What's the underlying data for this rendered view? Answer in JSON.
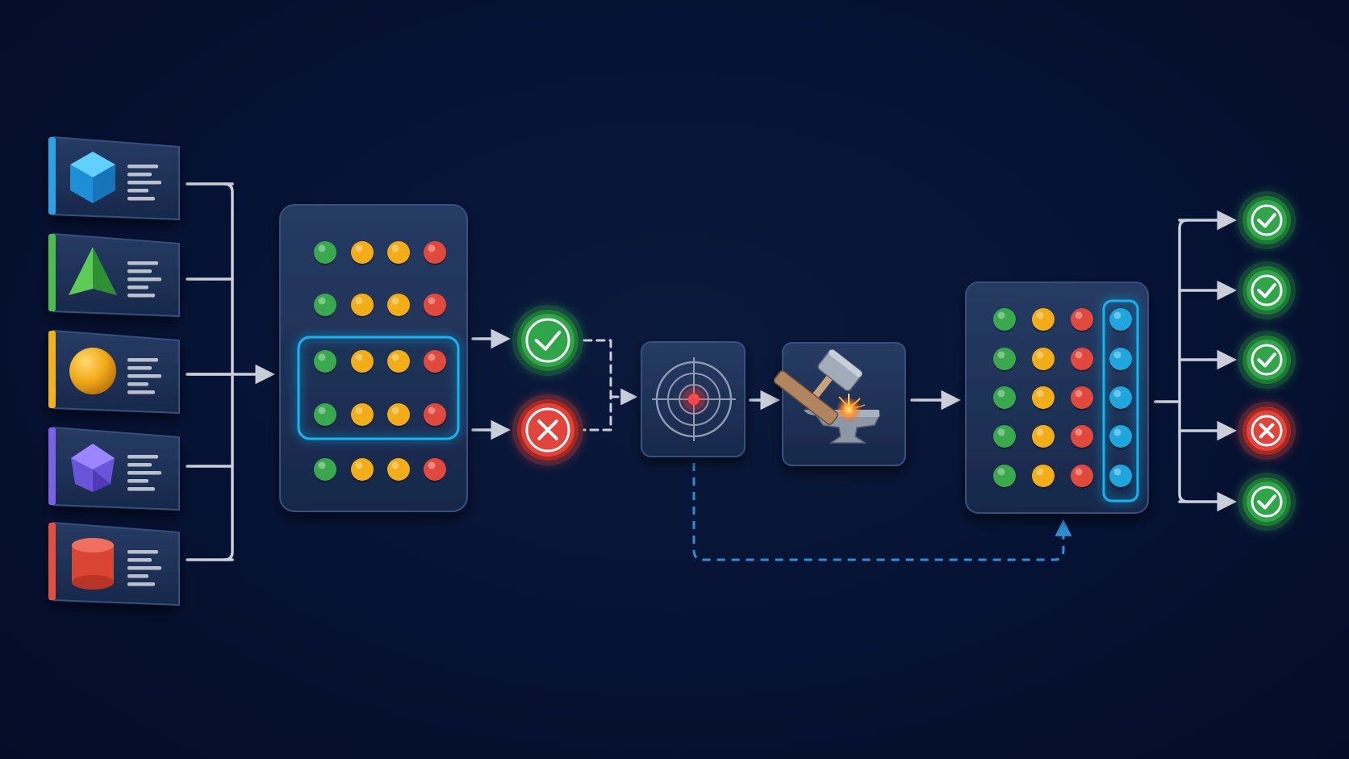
{
  "colors": {
    "background": "#061233",
    "panel": "#1c2e52",
    "panel_edge": "#34507e",
    "connector": "#c9ced8",
    "dashed_connector": "#c9ced8",
    "feedback_path": "#2f8fd0",
    "highlight": "#19b4f0",
    "green": "#3aa84c",
    "yellow": "#f2ad17",
    "red": "#e2493d",
    "blue": "#1fa6dc",
    "pass_status": "#2fa64a",
    "fail_status": "#e0443a"
  },
  "input_cards": [
    {
      "shape": "cube-icon",
      "accent": "#2ea2e6"
    },
    {
      "shape": "pyramid-icon",
      "accent": "#4dbb4e"
    },
    {
      "shape": "sphere-icon",
      "accent": "#f2b21b"
    },
    {
      "shape": "polyhedron-icon",
      "accent": "#7a62e6"
    },
    {
      "shape": "cylinder-icon",
      "accent": "#e5503f"
    }
  ],
  "matrix_before": {
    "rows": [
      [
        "green",
        "yellow",
        "yellow",
        "red"
      ],
      [
        "green",
        "yellow",
        "yellow",
        "red"
      ],
      [
        "green",
        "yellow",
        "yellow",
        "red"
      ],
      [
        "green",
        "yellow",
        "yellow",
        "red"
      ],
      [
        "green",
        "yellow",
        "yellow",
        "red"
      ]
    ],
    "highlighted_rows": [
      2,
      3
    ]
  },
  "split_results": [
    "pass",
    "fail"
  ],
  "target_step": {
    "icon": "crosshair-target-icon"
  },
  "forge_step": {
    "icon": "hammer-anvil-icon"
  },
  "matrix_after": {
    "rows": [
      [
        "green",
        "yellow",
        "red",
        "blue"
      ],
      [
        "green",
        "yellow",
        "red",
        "blue"
      ],
      [
        "green",
        "yellow",
        "red",
        "blue"
      ],
      [
        "green",
        "yellow",
        "red",
        "blue"
      ],
      [
        "green",
        "yellow",
        "red",
        "blue"
      ]
    ],
    "highlighted_column": 3
  },
  "final_results": [
    "pass",
    "pass",
    "pass",
    "fail",
    "pass"
  ]
}
